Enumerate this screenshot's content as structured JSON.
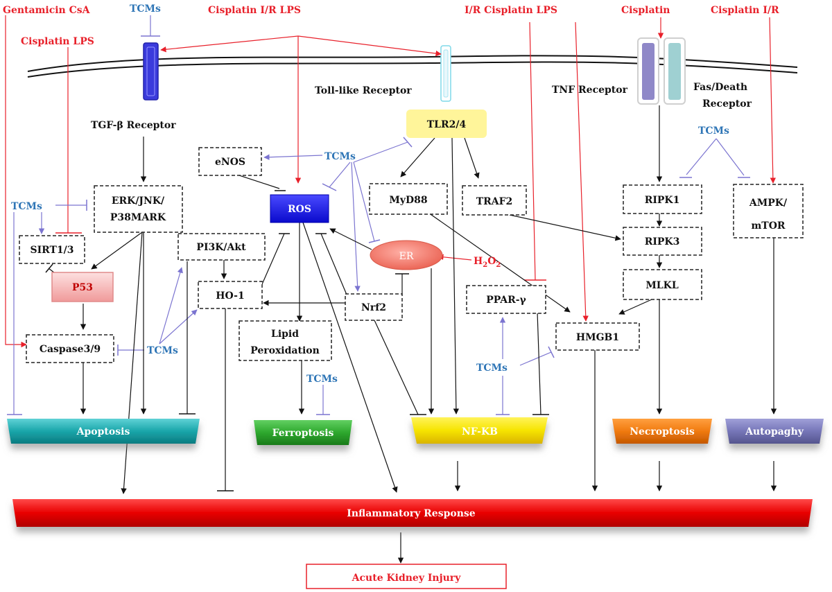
{
  "stimuli": {
    "gentamicin_csa": "Gentamicin CsA",
    "cisplatin_lps_left": "Cisplatin LPS",
    "cisplatin_ir_lps_top": "Cisplatin  I/R LPS",
    "ir_cisplatin_lps": "I/R  Cisplatin LPS",
    "cisplatin": "Cisplatin",
    "cisplatin_ir": "Cisplatin  I/R"
  },
  "receptors": {
    "tgf": "TGF-β Receptor",
    "tlr": "Toll-like Receptor",
    "tnf": "TNF Receptor",
    "fas_line1": "Fas/Death",
    "fas_line2": "Receptor"
  },
  "nodes": {
    "tlr24": "TLR2/4",
    "enos": "eNOS",
    "ros": "ROS",
    "myd88": "MyD88",
    "traf2": "TRAF2",
    "ripk1": "RIPK1",
    "ripk3": "RIPK3",
    "mlkl": "MLKL",
    "ampk_line1": "AMPK/",
    "ampk_line2": "mTOR",
    "erk_line1": "ERK/JNK/",
    "erk_line2": "P38MARK",
    "sirt": "SIRT1/3",
    "p53": "P53",
    "pi3k": "PI3K/Akt",
    "ho1": "HO-1",
    "nrf2": "Nrf2",
    "er": "ER",
    "h2o2": "H",
    "h2o2_sub1": "2",
    "h2o2_o": "O",
    "h2o2_sub2": "2",
    "ppar": "PPAR-γ",
    "hmgb1": "HMGB1",
    "caspase": "Caspase3/9",
    "lipid_line1": "Lipid",
    "lipid_line2": "Peroxidation"
  },
  "tcms_label": "TCMs",
  "outcomes": {
    "apoptosis": "Apoptosis",
    "ferroptosis": "Ferroptosis",
    "nfkb": "NF-KB",
    "necroptosis": "Necroptosis",
    "autophagy": "Autopaghy"
  },
  "inflammatory": "Inflammatory Response",
  "aki": "Acute Kidney Injury",
  "colors": {
    "stimulus_red": "#e8202a",
    "tcm_blue": "#2e75b6",
    "inhibit_purple": "#7b74d0",
    "ros_blue": "#1a1ae6",
    "tlr_yellow": "#fff59a",
    "er_salmon": "#f0786a",
    "p53_pink": "#f7b8b8",
    "apoptosis_teal": "#1aa6aa",
    "ferroptosis_green": "#2ea82e",
    "nfkb_yellow": "#f6e400",
    "necroptosis_orange": "#f07a10",
    "autophagy_purple": "#7676b8",
    "inflammatory_red": "#e80000"
  }
}
